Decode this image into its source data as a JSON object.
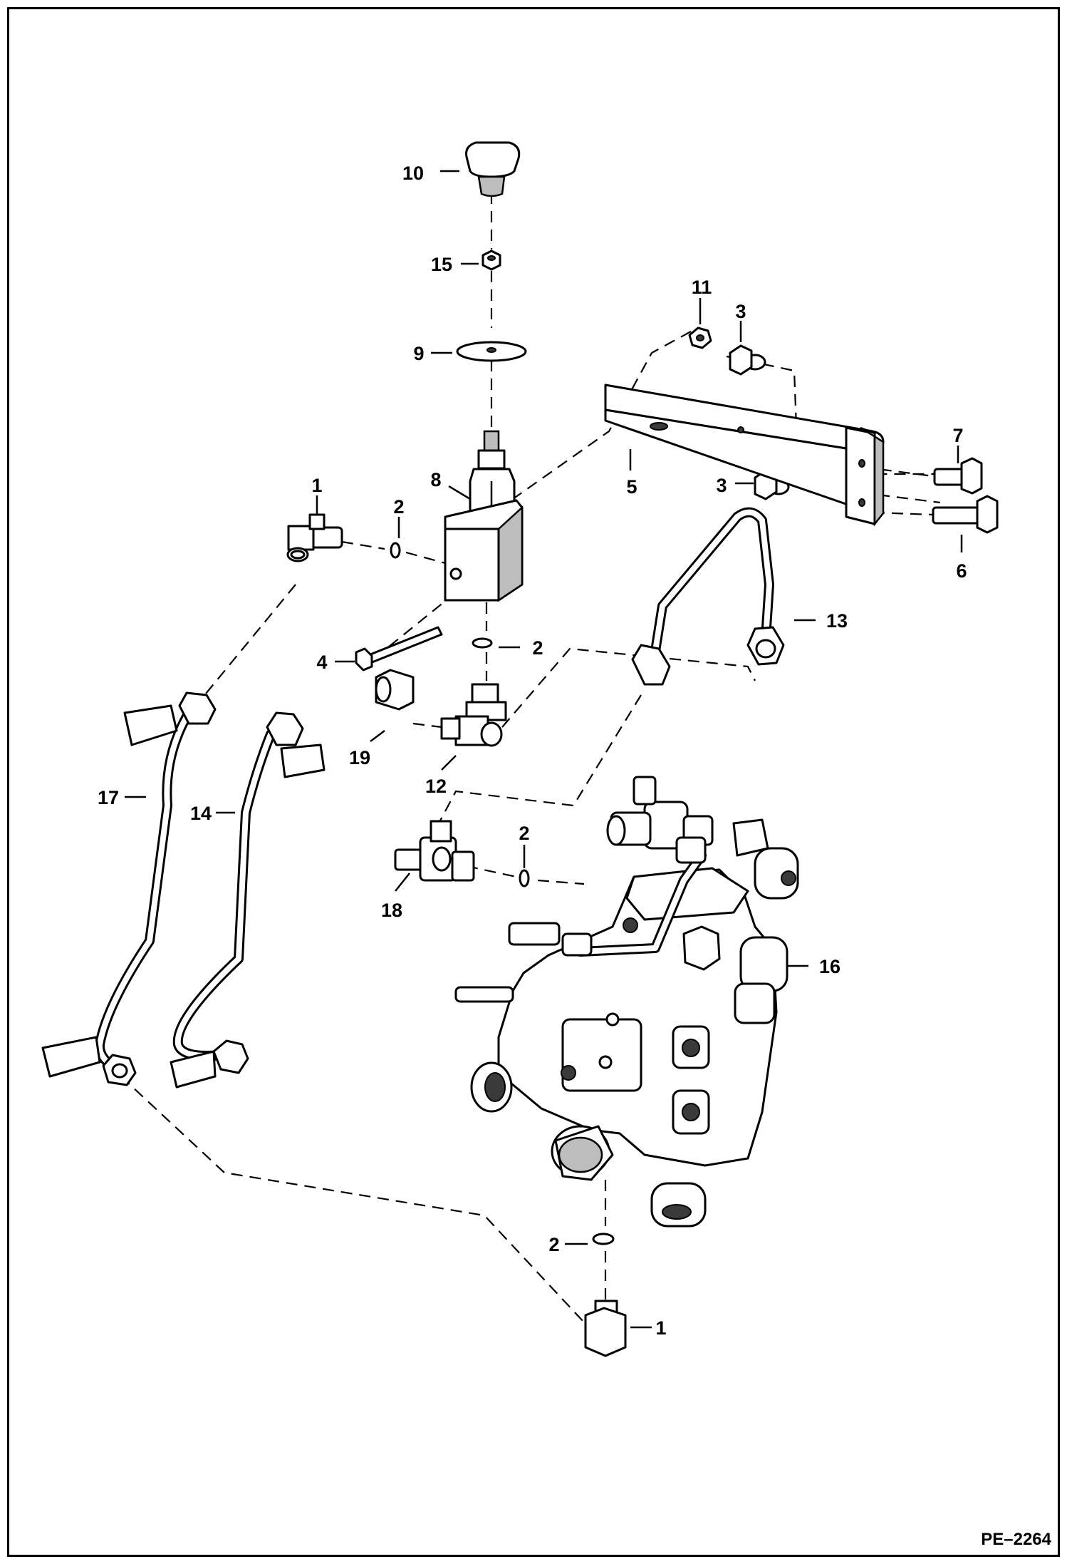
{
  "document": {
    "id": "PE–2264"
  },
  "callouts": [
    {
      "n": "10",
      "name": "callout-10"
    },
    {
      "n": "15",
      "name": "callout-15"
    },
    {
      "n": "9",
      "name": "callout-9"
    },
    {
      "n": "11",
      "name": "callout-11"
    },
    {
      "n": "3",
      "name": "callout-3-top"
    },
    {
      "n": "1",
      "name": "callout-1-top"
    },
    {
      "n": "8",
      "name": "callout-8"
    },
    {
      "n": "2",
      "name": "callout-2-left"
    },
    {
      "n": "5",
      "name": "callout-5"
    },
    {
      "n": "3",
      "name": "callout-3-bottom"
    },
    {
      "n": "7",
      "name": "callout-7"
    },
    {
      "n": "6",
      "name": "callout-6"
    },
    {
      "n": "13",
      "name": "callout-13"
    },
    {
      "n": "4",
      "name": "callout-4"
    },
    {
      "n": "2",
      "name": "callout-2-middle"
    },
    {
      "n": "19",
      "name": "callout-19"
    },
    {
      "n": "12",
      "name": "callout-12"
    },
    {
      "n": "17",
      "name": "callout-17"
    },
    {
      "n": "14",
      "name": "callout-14"
    },
    {
      "n": "2",
      "name": "callout-2-right"
    },
    {
      "n": "18",
      "name": "callout-18"
    },
    {
      "n": "16",
      "name": "callout-16"
    },
    {
      "n": "2",
      "name": "callout-2-bottom"
    },
    {
      "n": "1",
      "name": "callout-1-bottom"
    }
  ]
}
